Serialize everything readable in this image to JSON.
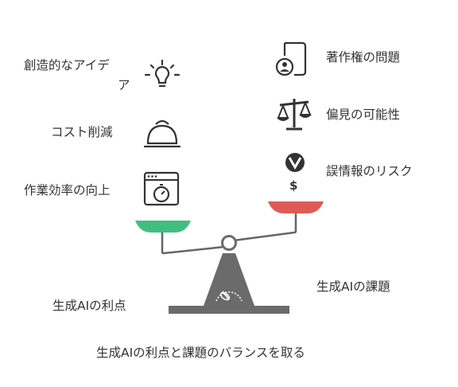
{
  "benefits": {
    "title": "生成AIの利点",
    "items": [
      {
        "label_line1": "創造的なアイデ",
        "label_line2": "ア",
        "icon": "lightbulb-icon"
      },
      {
        "label": "コスト削減",
        "icon": "cloche-icon"
      },
      {
        "label": "作業効率の向上",
        "icon": "browser-stopwatch-icon"
      }
    ]
  },
  "challenges": {
    "title": "生成AIの課題",
    "items": [
      {
        "label": "著作権の問題",
        "icon": "document-person-icon"
      },
      {
        "label": "偏見の可能性",
        "icon": "balance-scale-icon"
      },
      {
        "label": "誤情報のリスク",
        "icon": "money-bag-icon",
        "icon_text": "$"
      }
    ]
  },
  "caption": "生成AIの利点と課題のバランスを取る",
  "colors": {
    "benefit_pan": "#3fbf7f",
    "challenge_pan": "#e05a55",
    "structure": "#6b6b6b",
    "text": "#333333"
  }
}
